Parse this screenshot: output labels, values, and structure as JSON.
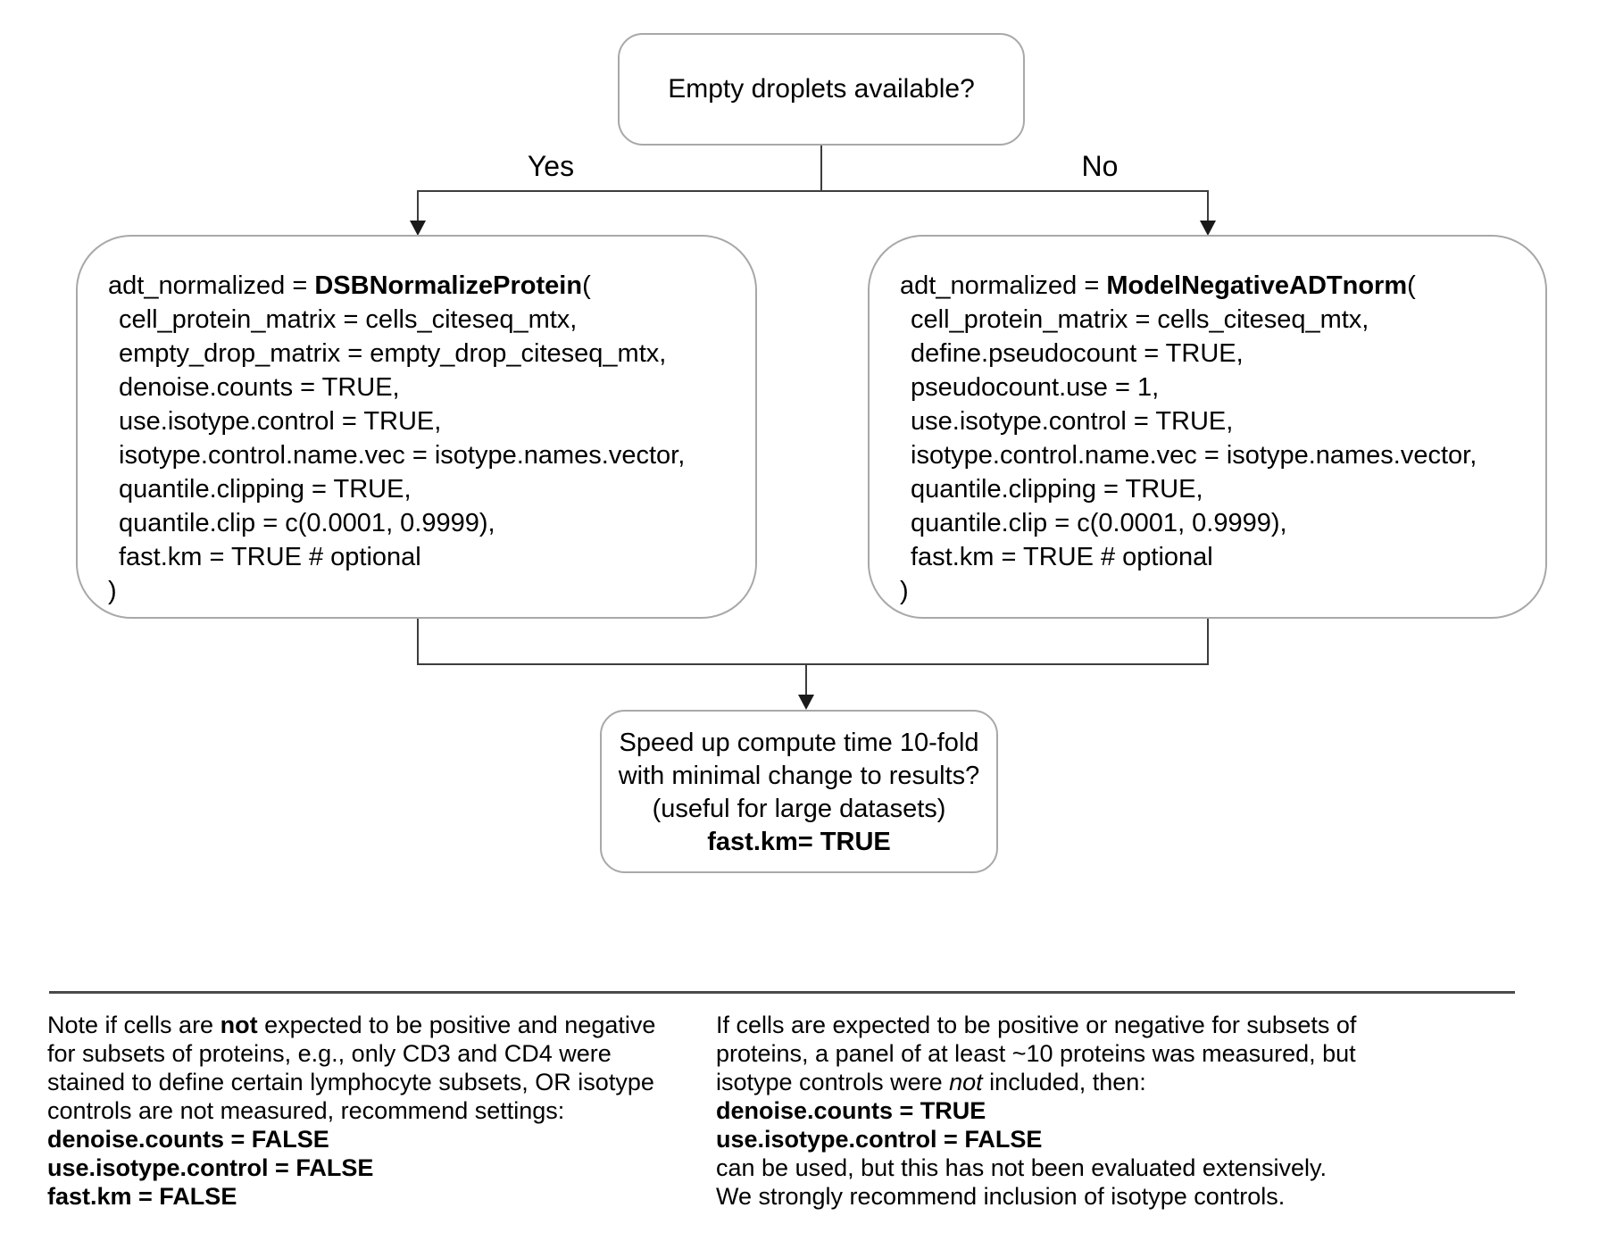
{
  "flowchart": {
    "decision": "Empty droplets available?",
    "yes_label": "Yes",
    "no_label": "No",
    "dsb_box": {
      "lines": [
        {
          "segs": [
            {
              "t": "adt_normalized = "
            },
            {
              "t": "DSBNormalizeProtein",
              "b": true
            },
            {
              "t": "("
            }
          ]
        },
        {
          "ind": true,
          "segs": [
            {
              "t": "cell_protein_matrix = cells_citeseq_mtx,"
            }
          ]
        },
        {
          "ind": true,
          "segs": [
            {
              "t": "empty_drop_matrix = empty_drop_citeseq_mtx,"
            }
          ]
        },
        {
          "ind": true,
          "segs": [
            {
              "t": "denoise.counts = TRUE,"
            }
          ]
        },
        {
          "ind": true,
          "segs": [
            {
              "t": "use.isotype.control = TRUE,"
            }
          ]
        },
        {
          "ind": true,
          "segs": [
            {
              "t": "isotype.control.name.vec = isotype.names.vector,"
            }
          ]
        },
        {
          "ind": true,
          "segs": [
            {
              "t": "quantile.clipping = TRUE,"
            }
          ]
        },
        {
          "ind": true,
          "segs": [
            {
              "t": "quantile.clip = c(0.0001, 0.9999),"
            }
          ]
        },
        {
          "ind": true,
          "segs": [
            {
              "t": "fast.km = TRUE # optional"
            }
          ]
        },
        {
          "segs": [
            {
              "t": ")"
            }
          ]
        }
      ]
    },
    "model_box": {
      "lines": [
        {
          "segs": [
            {
              "t": "adt_normalized = "
            },
            {
              "t": "ModelNegativeADTnorm",
              "b": true
            },
            {
              "t": "("
            }
          ]
        },
        {
          "ind": true,
          "segs": [
            {
              "t": "cell_protein_matrix = cells_citeseq_mtx,"
            }
          ]
        },
        {
          "ind": true,
          "segs": [
            {
              "t": "define.pseudocount = TRUE,"
            }
          ]
        },
        {
          "ind": true,
          "segs": [
            {
              "t": "pseudocount.use = 1,"
            }
          ]
        },
        {
          "ind": true,
          "segs": [
            {
              "t": "use.isotype.control = TRUE,"
            }
          ]
        },
        {
          "ind": true,
          "segs": [
            {
              "t": "isotype.control.name.vec = isotype.names.vector,"
            }
          ]
        },
        {
          "ind": true,
          "segs": [
            {
              "t": "quantile.clipping = TRUE,"
            }
          ]
        },
        {
          "ind": true,
          "segs": [
            {
              "t": "quantile.clip = c(0.0001, 0.9999),"
            }
          ]
        },
        {
          "ind": true,
          "segs": [
            {
              "t": "fast.km = TRUE # optional"
            }
          ]
        },
        {
          "segs": [
            {
              "t": ")"
            }
          ]
        }
      ]
    },
    "speed_box": {
      "lines": [
        {
          "segs": [
            {
              "t": "Speed up compute time 10-fold"
            }
          ]
        },
        {
          "segs": [
            {
              "t": "with minimal change to results?"
            }
          ]
        },
        {
          "segs": [
            {
              "t": "(useful for large datasets)"
            }
          ]
        },
        {
          "segs": [
            {
              "t": "fast.km= TRUE",
              "b": true
            }
          ]
        }
      ]
    }
  },
  "footnotes": {
    "left": {
      "lines": [
        {
          "segs": [
            {
              "t": "Note if cells are "
            },
            {
              "t": "not",
              "b": true
            },
            {
              "t": " expected to be positive and negative"
            }
          ]
        },
        {
          "segs": [
            {
              "t": "for subsets of proteins, e.g., only CD3 and CD4 were"
            }
          ]
        },
        {
          "segs": [
            {
              "t": "stained to define certain lymphocyte subsets, OR isotype"
            }
          ]
        },
        {
          "segs": [
            {
              "t": "controls are not measured, recommend settings:"
            }
          ]
        },
        {
          "segs": [
            {
              "t": "denoise.counts = FALSE",
              "b": true
            }
          ]
        },
        {
          "segs": [
            {
              "t": "use.isotype.control = FALSE",
              "b": true
            }
          ]
        },
        {
          "segs": [
            {
              "t": "fast.km = FALSE",
              "b": true
            }
          ]
        }
      ]
    },
    "right": {
      "lines": [
        {
          "segs": [
            {
              "t": "If cells are expected to be positive or negative for subsets of"
            }
          ]
        },
        {
          "segs": [
            {
              "t": "proteins, a panel of at least ~10 proteins was measured, but"
            }
          ]
        },
        {
          "segs": [
            {
              "t": "isotype controls were "
            },
            {
              "t": "not",
              "i": true
            },
            {
              "t": " included, then:"
            }
          ]
        },
        {
          "segs": [
            {
              "t": "denoise.counts = TRUE",
              "b": true
            }
          ]
        },
        {
          "segs": [
            {
              "t": "use.isotype.control = FALSE",
              "b": true
            }
          ]
        },
        {
          "segs": [
            {
              "t": "can be used, but this has not been evaluated extensively."
            }
          ]
        },
        {
          "segs": [
            {
              "t": "We strongly recommend inclusion of isotype controls."
            }
          ]
        }
      ]
    }
  },
  "colors": {
    "background": "#ffffff",
    "box_border": "#a8a8a8",
    "connector": "#3d3d3d",
    "arrowhead": "#1a1a1a",
    "divider": "#4a4a4a",
    "text": "#000000"
  }
}
